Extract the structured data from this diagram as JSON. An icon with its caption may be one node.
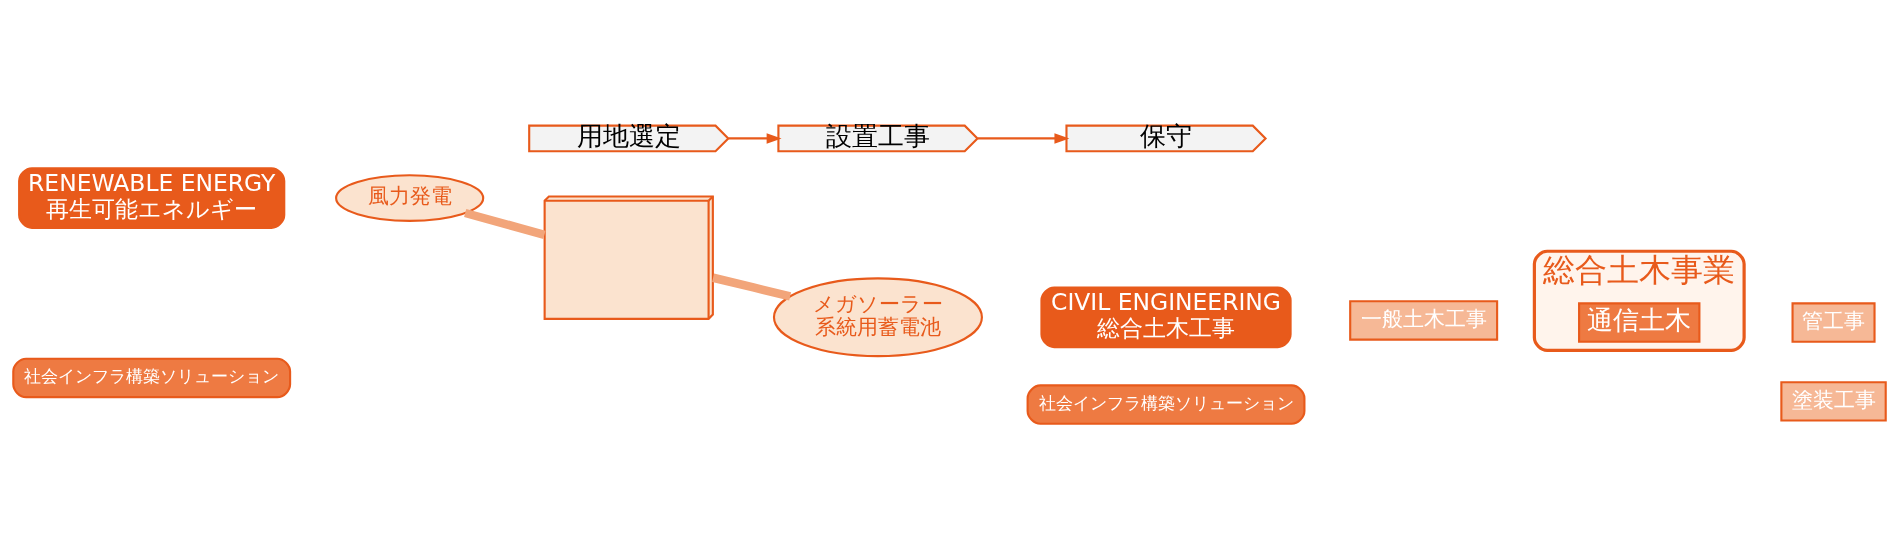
{
  "diagram": {
    "nodes": [
      {
        "text": [
          "RENEWABLE ENERGY",
          "再生可能エネルギー"
        ]
      },
      {
        "text": [
          "社会インフラ構築ソリューション"
        ]
      },
      {
        "text": [
          "風力発電"
        ]
      },
      {
        "text": [],
        "shape": "picture"
      },
      {
        "text": [
          "メガソーラー",
          "系統用蓄電池"
        ]
      },
      {
        "text": [
          "用地選定"
        ]
      },
      {
        "text": [
          "設置工事"
        ]
      },
      {
        "text": [
          "保守"
        ]
      },
      {
        "text": [
          "CIVIL ENGINEERING",
          "総合土木工事"
        ]
      },
      {
        "text": [
          "社会インフラ構築ソリューション"
        ]
      },
      {
        "text": [
          "総合土木事業"
        ]
      },
      {
        "text": [
          "通信土木"
        ],
        "in": 10
      },
      {
        "text": [
          "一般土木工事"
        ]
      },
      {
        "text": [
          "塗装工事"
        ]
      },
      {
        "text": [
          "管工事"
        ]
      }
    ],
    "edges": [
      {
        "from": 2,
        "to": 3,
        "arrow": "none",
        "style": "thick",
        "color": "#f2a57a"
      },
      {
        "from": 3,
        "to": 4,
        "arrow": "none",
        "style": "thick",
        "color": "#f2a57a"
      },
      {
        "from": 5,
        "to": 6,
        "arrow": "to",
        "color": "#e85a1b"
      },
      {
        "from": 6,
        "to": 7,
        "arrow": "to",
        "color": "#e85a1b"
      }
    ]
  }
}
